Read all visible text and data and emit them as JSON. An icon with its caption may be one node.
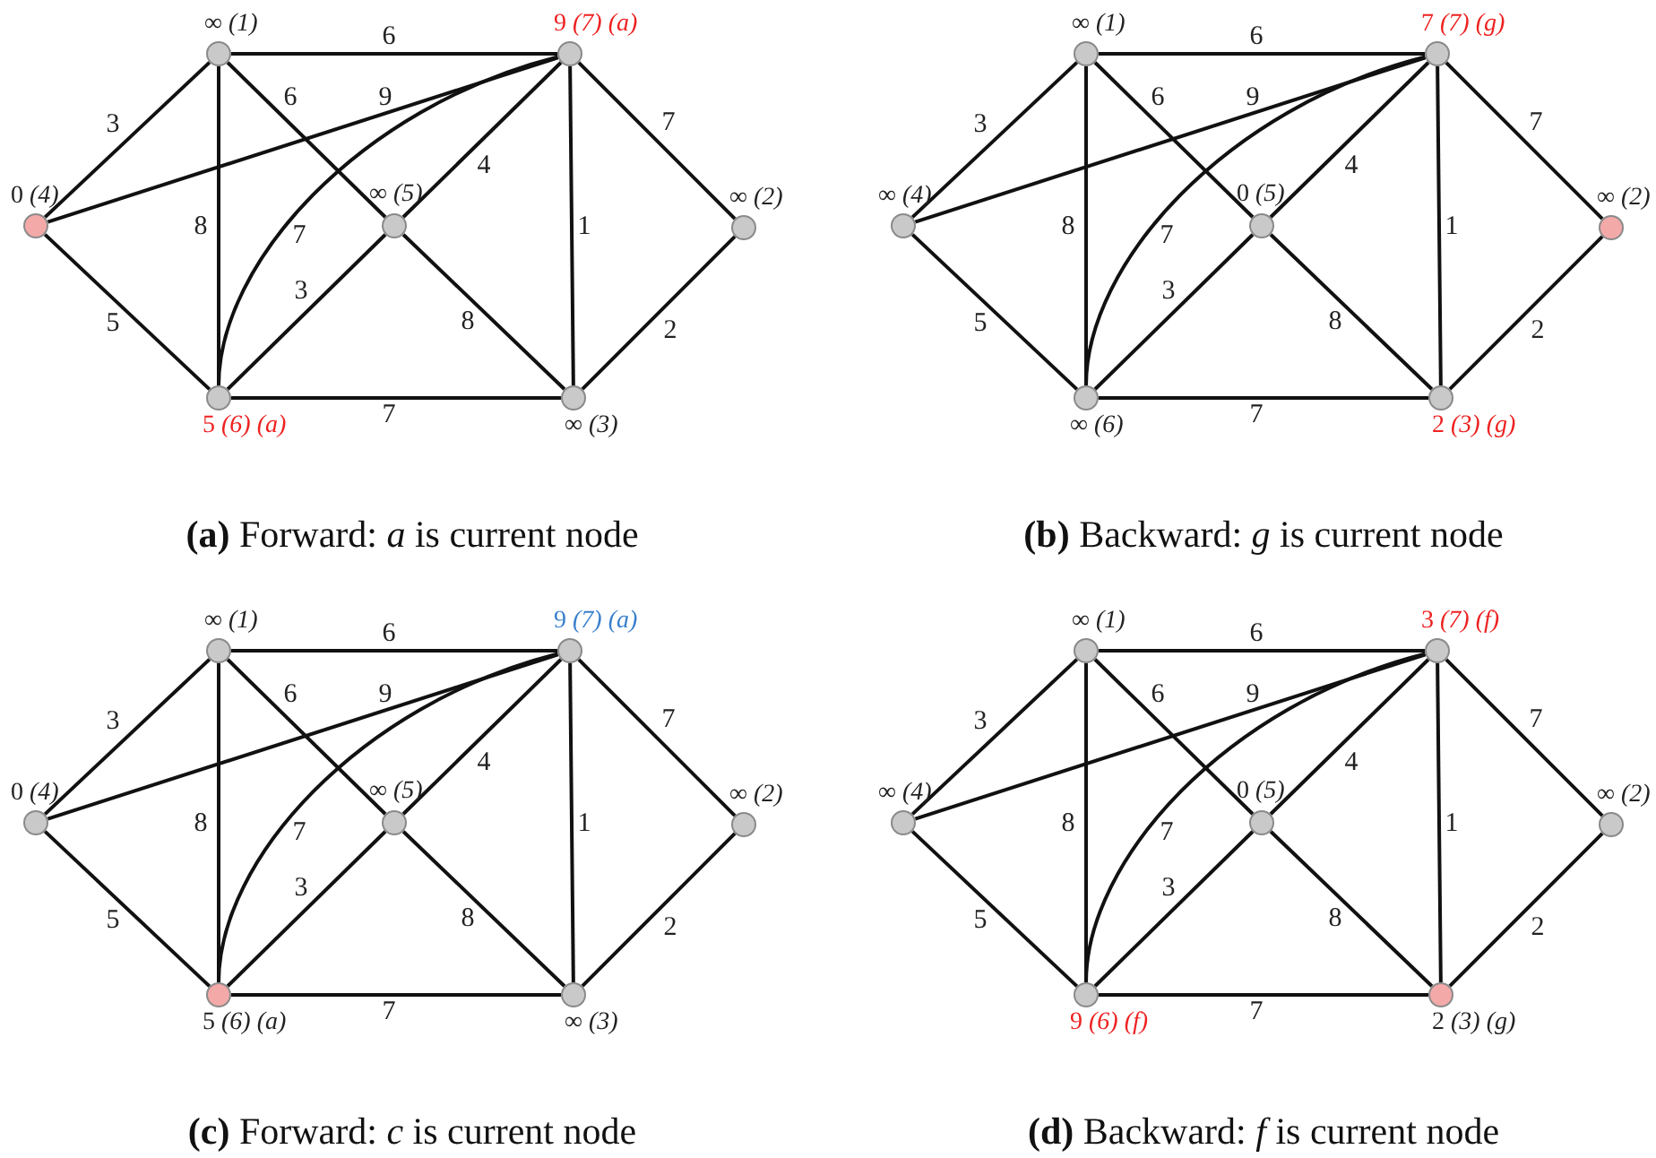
{
  "diagram": {
    "nodes": [
      {
        "text": [],
        "shape": "circle",
        "beside": [
          "∞ *(1)*"
        ]
      },
      {
        "text": [],
        "shape": "circle",
        "beside": [
          "9 *(7) (a)*"
        ]
      },
      {
        "text": [],
        "shape": "circle",
        "beside": [
          "0 *(4)*"
        ]
      },
      {
        "text": [],
        "shape": "circle",
        "beside": [
          "∞ *(5)*"
        ]
      },
      {
        "text": [],
        "shape": "circle",
        "beside": [
          "∞ *(2)*"
        ]
      },
      {
        "text": [],
        "shape": "circle",
        "beside": [
          "5 *(6) (a)*"
        ]
      },
      {
        "text": [],
        "shape": "circle",
        "beside": [
          "∞ *(3)*"
        ]
      },
      {
        "text": [],
        "shape": "circle",
        "beside": [
          "∞ *(1)*"
        ]
      },
      {
        "text": [],
        "shape": "circle",
        "beside": [
          "7 *(7) (g)*"
        ]
      },
      {
        "text": [],
        "shape": "circle",
        "beside": [
          "∞ *(4)*"
        ]
      },
      {
        "text": [],
        "shape": "circle",
        "beside": [
          "0 *(5)*"
        ]
      },
      {
        "text": [],
        "shape": "circle",
        "beside": [
          "∞ *(2)*"
        ]
      },
      {
        "text": [],
        "shape": "circle",
        "beside": [
          "∞ *(6)*"
        ]
      },
      {
        "text": [],
        "shape": "circle",
        "beside": [
          "2 *(3) (g)*"
        ]
      },
      {
        "text": [],
        "shape": "circle",
        "beside": [
          "∞ *(1)*"
        ]
      },
      {
        "text": [],
        "shape": "circle",
        "beside": [
          "9 *(7) (a)*"
        ]
      },
      {
        "text": [],
        "shape": "circle",
        "beside": [
          "0 *(4)*"
        ]
      },
      {
        "text": [],
        "shape": "circle",
        "beside": [
          "∞ *(5)*"
        ]
      },
      {
        "text": [],
        "shape": "circle",
        "beside": [
          "∞ *(2)*"
        ]
      },
      {
        "text": [],
        "shape": "circle",
        "beside": [
          "5 *(6) (a)*"
        ]
      },
      {
        "text": [],
        "shape": "circle",
        "beside": [
          "∞ *(3)*"
        ]
      },
      {
        "text": [],
        "shape": "circle",
        "beside": [
          "∞ *(1)*"
        ]
      },
      {
        "text": [],
        "shape": "circle",
        "beside": [
          "3 *(7) (f)*"
        ]
      },
      {
        "text": [],
        "shape": "circle",
        "beside": [
          "∞ *(4)*"
        ]
      },
      {
        "text": [],
        "shape": "circle",
        "beside": [
          "0 *(5)*"
        ]
      },
      {
        "text": [],
        "shape": "circle",
        "beside": [
          "∞ *(2)*"
        ]
      },
      {
        "text": [],
        "shape": "circle",
        "beside": [
          "9 *(6) (f)*"
        ]
      },
      {
        "text": [],
        "shape": "circle",
        "beside": [
          "2 *(3) (g)*"
        ]
      }
    ],
    "edges": [
      {
        "from": 2,
        "to": 0,
        "arrow": "none",
        "label": "3"
      },
      {
        "from": 2,
        "to": 1,
        "arrow": "none",
        "label": "9"
      },
      {
        "from": 2,
        "to": 5,
        "arrow": "none",
        "label": "5"
      },
      {
        "from": 0,
        "to": 1,
        "arrow": "none",
        "label": "6"
      },
      {
        "from": 0,
        "to": 5,
        "arrow": "none",
        "label": "8"
      },
      {
        "from": 0,
        "to": 3,
        "arrow": "none",
        "label": "6"
      },
      {
        "from": 1,
        "to": 3,
        "arrow": "none",
        "label": "4"
      },
      {
        "from": 1,
        "to": 5,
        "arrow": "none",
        "label": "7"
      },
      {
        "from": 3,
        "to": 5,
        "arrow": "none",
        "label": "3"
      },
      {
        "from": 3,
        "to": 6,
        "arrow": "none",
        "label": "8"
      },
      {
        "from": 1,
        "to": 4,
        "arrow": "none",
        "label": "7"
      },
      {
        "from": 1,
        "to": 6,
        "arrow": "none",
        "label": "1"
      },
      {
        "from": 4,
        "to": 6,
        "arrow": "none",
        "label": "2"
      },
      {
        "from": 5,
        "to": 6,
        "arrow": "none",
        "label": "7"
      },
      {
        "from": 9,
        "to": 7,
        "arrow": "none",
        "label": "3"
      },
      {
        "from": 9,
        "to": 8,
        "arrow": "none",
        "label": "9"
      },
      {
        "from": 9,
        "to": 12,
        "arrow": "none",
        "label": "5"
      },
      {
        "from": 7,
        "to": 8,
        "arrow": "none",
        "label": "6"
      },
      {
        "from": 7,
        "to": 12,
        "arrow": "none",
        "label": "8"
      },
      {
        "from": 7,
        "to": 10,
        "arrow": "none",
        "label": "6"
      },
      {
        "from": 8,
        "to": 10,
        "arrow": "none",
        "label": "4"
      },
      {
        "from": 8,
        "to": 12,
        "arrow": "none",
        "label": "7"
      },
      {
        "from": 10,
        "to": 12,
        "arrow": "none",
        "label": "3"
      },
      {
        "from": 10,
        "to": 13,
        "arrow": "none",
        "label": "8"
      },
      {
        "from": 8,
        "to": 11,
        "arrow": "none",
        "label": "7"
      },
      {
        "from": 8,
        "to": 13,
        "arrow": "none",
        "label": "1"
      },
      {
        "from": 11,
        "to": 13,
        "arrow": "none",
        "label": "2"
      },
      {
        "from": 12,
        "to": 13,
        "arrow": "none",
        "label": "7"
      },
      {
        "from": 16,
        "to": 14,
        "arrow": "none",
        "label": "3"
      },
      {
        "from": 16,
        "to": 15,
        "arrow": "none",
        "label": "9"
      },
      {
        "from": 16,
        "to": 19,
        "arrow": "none",
        "label": "5"
      },
      {
        "from": 14,
        "to": 15,
        "arrow": "none",
        "label": "6"
      },
      {
        "from": 14,
        "to": 19,
        "arrow": "none",
        "label": "8"
      },
      {
        "from": 14,
        "to": 17,
        "arrow": "none",
        "label": "6"
      },
      {
        "from": 15,
        "to": 17,
        "arrow": "none",
        "label": "4"
      },
      {
        "from": 15,
        "to": 19,
        "arrow": "none",
        "label": "7"
      },
      {
        "from": 17,
        "to": 19,
        "arrow": "none",
        "label": "3"
      },
      {
        "from": 17,
        "to": 20,
        "arrow": "none",
        "label": "8"
      },
      {
        "from": 15,
        "to": 18,
        "arrow": "none",
        "label": "7"
      },
      {
        "from": 15,
        "to": 20,
        "arrow": "none",
        "label": "1"
      },
      {
        "from": 18,
        "to": 20,
        "arrow": "none",
        "label": "2"
      },
      {
        "from": 19,
        "to": 20,
        "arrow": "none",
        "label": "7"
      },
      {
        "from": 23,
        "to": 21,
        "arrow": "none",
        "label": "3"
      },
      {
        "from": 23,
        "to": 22,
        "arrow": "none",
        "label": "9"
      },
      {
        "from": 23,
        "to": 26,
        "arrow": "none",
        "label": "5"
      },
      {
        "from": 21,
        "to": 22,
        "arrow": "none",
        "label": "6"
      },
      {
        "from": 21,
        "to": 26,
        "arrow": "none",
        "label": "8"
      },
      {
        "from": 21,
        "to": 24,
        "arrow": "none",
        "label": "6"
      },
      {
        "from": 22,
        "to": 24,
        "arrow": "none",
        "label": "4"
      },
      {
        "from": 22,
        "to": 26,
        "arrow": "none",
        "label": "7"
      },
      {
        "from": 24,
        "to": 26,
        "arrow": "none",
        "label": "3"
      },
      {
        "from": 24,
        "to": 27,
        "arrow": "none",
        "label": "8"
      },
      {
        "from": 22,
        "to": 25,
        "arrow": "none",
        "label": "7"
      },
      {
        "from": 22,
        "to": 27,
        "arrow": "none",
        "label": "1"
      },
      {
        "from": 25,
        "to": 27,
        "arrow": "none",
        "label": "2"
      },
      {
        "from": 26,
        "to": 27,
        "arrow": "none",
        "label": "7"
      }
    ],
    "labels": [
      "**(a)** Forward: *a* is current node",
      "**(b)** Backward: *g* is current node",
      "**(c)** Forward: *c* is current node",
      "**(d)** Backward: *f* is current node"
    ]
  }
}
